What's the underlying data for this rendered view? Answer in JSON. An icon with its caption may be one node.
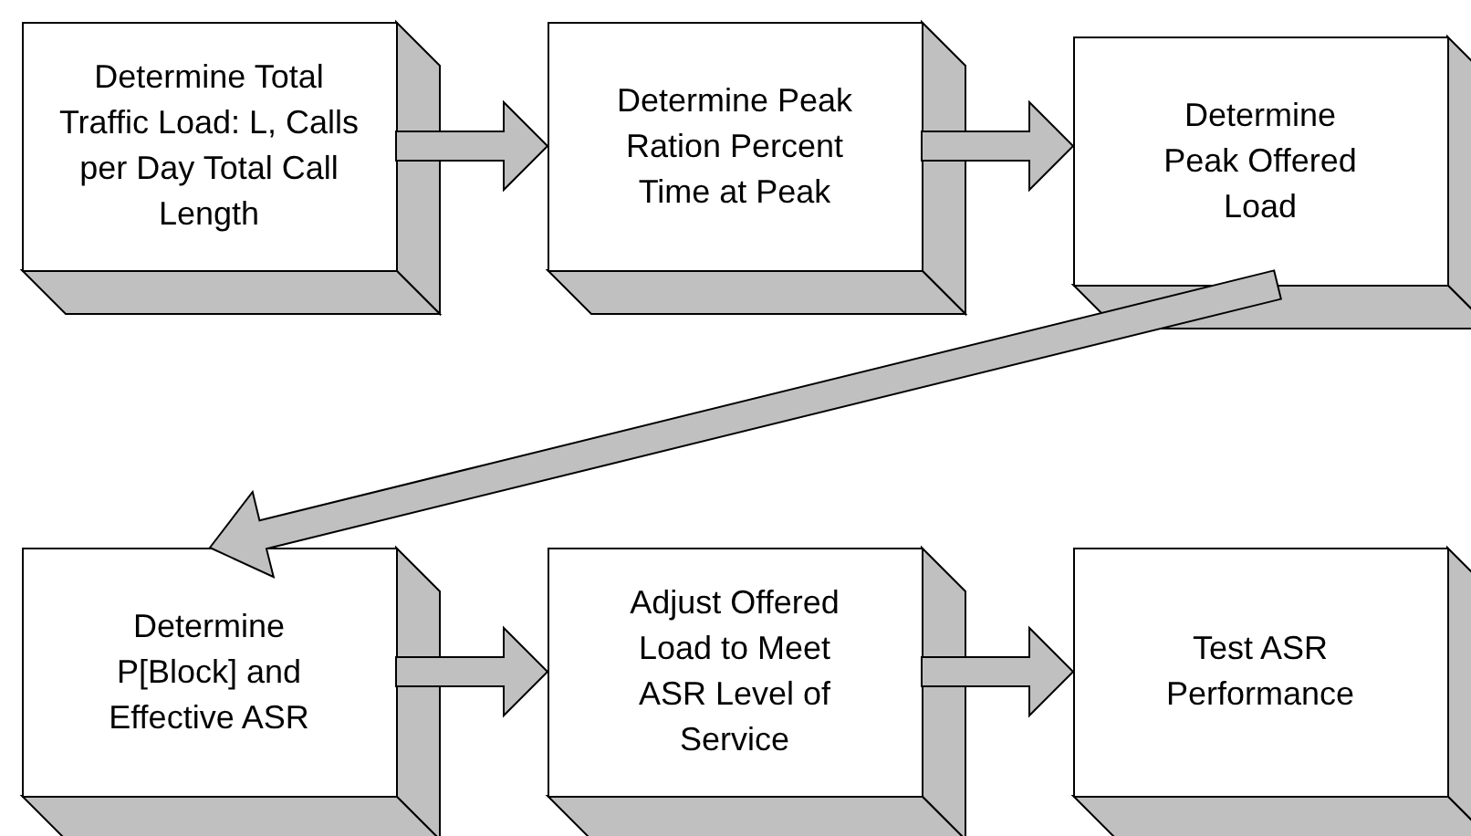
{
  "diagram": {
    "nodes": [
      {
        "text": [
          "Determine Total Traffic Load: L, Calls per Day Total Call Length"
        ]
      },
      {
        "text": [
          "Determine Peak Ration Percent Time at Peak"
        ]
      },
      {
        "text": [
          "Determine Peak Offered Load"
        ]
      },
      {
        "text": [
          "Determine P[Block] and Effective ASR"
        ]
      },
      {
        "text": [
          "Adjust Offered Load to Meet ASR Level of Service"
        ]
      },
      {
        "text": [
          "Test ASR Performance"
        ]
      }
    ],
    "edges": [
      {
        "from": 0,
        "to": 1,
        "arrow": "to"
      },
      {
        "from": 1,
        "to": 2,
        "arrow": "to"
      },
      {
        "from": 2,
        "to": 3,
        "arrow": "to"
      },
      {
        "from": 3,
        "to": 4,
        "arrow": "to"
      },
      {
        "from": 4,
        "to": 5,
        "arrow": "to"
      }
    ]
  }
}
